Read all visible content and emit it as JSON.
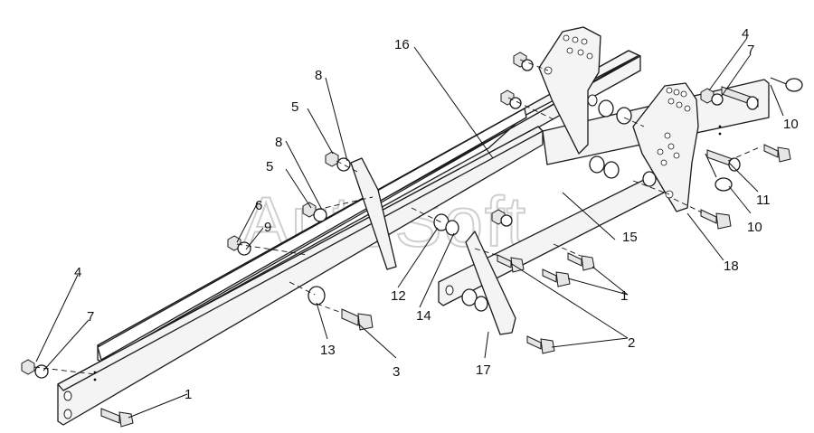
{
  "watermark": "AutoSoft",
  "callouts": {
    "c1a": "1",
    "c1b": "1",
    "c2": "2",
    "c3": "3",
    "c4a": "4",
    "c4b": "4",
    "c5a": "5",
    "c5b": "5",
    "c6": "6",
    "c7a": "7",
    "c7b": "7",
    "c8a": "8",
    "c8b": "8",
    "c9": "9",
    "c10a": "10",
    "c10b": "10",
    "c11": "11",
    "c12": "12",
    "c13": "13",
    "c14": "14",
    "c15": "15",
    "c16": "16",
    "c17": "17",
    "c18": "18"
  }
}
